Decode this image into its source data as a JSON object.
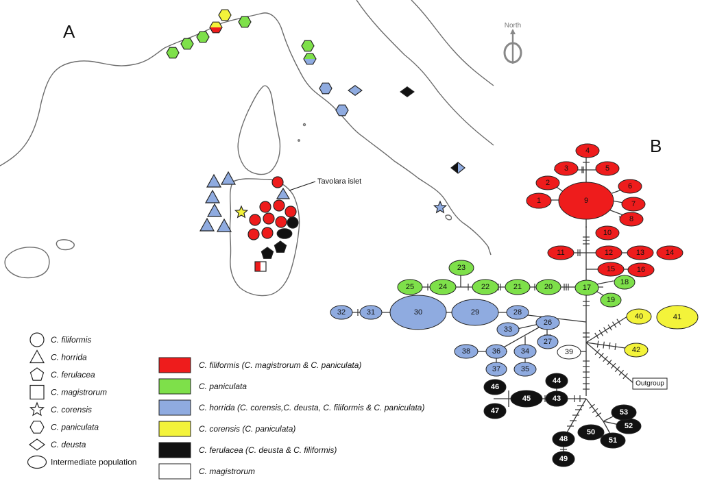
{
  "panels": {
    "map_letter": "A",
    "network_letter": "B"
  },
  "map": {
    "north_label": "North",
    "tavolara_label": "Tavolara islet"
  },
  "legend_shapes": [
    {
      "shape": "circle",
      "label": "C. filiformis"
    },
    {
      "shape": "triangle",
      "label": "C. horrida"
    },
    {
      "shape": "pentagon",
      "label": "C. ferulacea"
    },
    {
      "shape": "square",
      "label": "C. magistrorum"
    },
    {
      "shape": "star",
      "label": "C. corensis"
    },
    {
      "shape": "hexagon",
      "label": "C. paniculata"
    },
    {
      "shape": "diamond",
      "label": "C. deusta"
    },
    {
      "shape": "ellipse",
      "label": "Intermediate population"
    }
  ],
  "legend_colors": [
    {
      "color": "#ee1c1c",
      "label": "C. filiformis (C. magistrorum & C. paniculata)"
    },
    {
      "color": "#7ee04a",
      "label": "C. paniculata"
    },
    {
      "color": "#8fabe0",
      "label": "C. horrida (C. corensis,C. deusta, C. filiformis & C. paniculata)"
    },
    {
      "color": "#f3f33a",
      "label": "C. corensis (C. paniculata)"
    },
    {
      "color": "#111111",
      "label": "C. ferulacea (C. deusta & C. filiformis)"
    },
    {
      "color": "#ffffff",
      "label": "C. magistrorum"
    }
  ],
  "colors": {
    "red": "#ee1c1c",
    "green": "#7ee04a",
    "blue": "#8fabe0",
    "yellow": "#f3f33a",
    "black": "#111111",
    "white": "#ffffff"
  },
  "network": {
    "outgroup_label": "Outgroup",
    "nodes": [
      {
        "id": "1",
        "color": "red"
      },
      {
        "id": "2",
        "color": "red"
      },
      {
        "id": "3",
        "color": "red"
      },
      {
        "id": "4",
        "color": "red"
      },
      {
        "id": "5",
        "color": "red"
      },
      {
        "id": "6",
        "color": "red"
      },
      {
        "id": "7",
        "color": "red"
      },
      {
        "id": "8",
        "color": "red"
      },
      {
        "id": "9",
        "color": "red"
      },
      {
        "id": "10",
        "color": "red"
      },
      {
        "id": "11",
        "color": "red"
      },
      {
        "id": "12",
        "color": "red"
      },
      {
        "id": "13",
        "color": "red"
      },
      {
        "id": "14",
        "color": "red"
      },
      {
        "id": "15",
        "color": "red"
      },
      {
        "id": "16",
        "color": "red"
      },
      {
        "id": "17",
        "color": "green"
      },
      {
        "id": "18",
        "color": "green"
      },
      {
        "id": "19",
        "color": "green"
      },
      {
        "id": "20",
        "color": "green"
      },
      {
        "id": "21",
        "color": "green"
      },
      {
        "id": "22",
        "color": "green"
      },
      {
        "id": "23",
        "color": "green"
      },
      {
        "id": "24",
        "color": "green"
      },
      {
        "id": "25",
        "color": "green"
      },
      {
        "id": "26",
        "color": "blue"
      },
      {
        "id": "27",
        "color": "blue"
      },
      {
        "id": "28",
        "color": "blue"
      },
      {
        "id": "29",
        "color": "blue"
      },
      {
        "id": "30",
        "color": "blue"
      },
      {
        "id": "31",
        "color": "blue"
      },
      {
        "id": "32",
        "color": "blue"
      },
      {
        "id": "33",
        "color": "blue"
      },
      {
        "id": "34",
        "color": "blue"
      },
      {
        "id": "35",
        "color": "blue"
      },
      {
        "id": "36",
        "color": "blue"
      },
      {
        "id": "37",
        "color": "blue"
      },
      {
        "id": "38",
        "color": "blue"
      },
      {
        "id": "39",
        "color": "white"
      },
      {
        "id": "40",
        "color": "yellow"
      },
      {
        "id": "41",
        "color": "yellow"
      },
      {
        "id": "42",
        "color": "yellow"
      },
      {
        "id": "43",
        "color": "black"
      },
      {
        "id": "44",
        "color": "black"
      },
      {
        "id": "45",
        "color": "black"
      },
      {
        "id": "46",
        "color": "black"
      },
      {
        "id": "47",
        "color": "black"
      },
      {
        "id": "48",
        "color": "black"
      },
      {
        "id": "49",
        "color": "black"
      },
      {
        "id": "50",
        "color": "black"
      },
      {
        "id": "51",
        "color": "black"
      },
      {
        "id": "52",
        "color": "black"
      },
      {
        "id": "53",
        "color": "black"
      }
    ]
  }
}
